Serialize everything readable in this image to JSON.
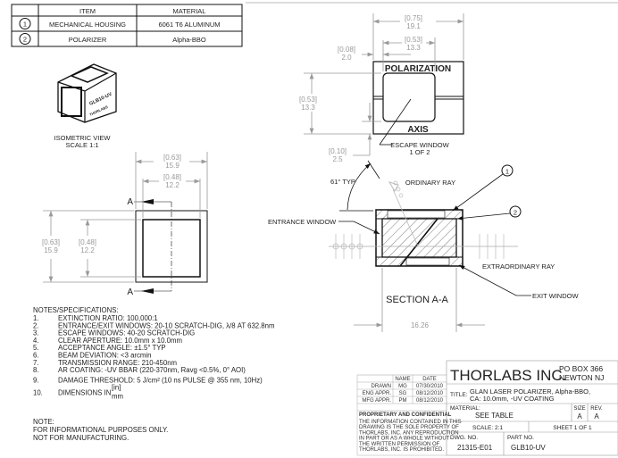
{
  "bom": {
    "headers": {
      "item": "ITEM",
      "material": "MATERIAL"
    },
    "rows": [
      {
        "num": "1",
        "item": "MECHANICAL HOUSING",
        "material": "6061 T6 ALUMINUM"
      },
      {
        "num": "2",
        "item": "POLARIZER",
        "material": "Alpha-BBO"
      }
    ]
  },
  "isometric": {
    "title": "ISOMETRIC VIEW",
    "scale": "SCALE 1:1",
    "engraving_part": "GLB10-UV",
    "engraving_brand": "THORLABS"
  },
  "front_view": {
    "dims": [
      {
        "in": "[0.63]",
        "mm": "15.9"
      },
      {
        "in": "[0.48]",
        "mm": "12.2"
      },
      {
        "in": "[0.63]",
        "mm": "15.9"
      },
      {
        "in": "[0.48]",
        "mm": "12.2"
      }
    ],
    "section_mark": "A"
  },
  "top_view": {
    "label_top": "POLARIZATION",
    "label_bottom": "AXIS",
    "escape_window": [
      "ESCAPE WINDOW",
      "1 OF 2"
    ],
    "dims": [
      {
        "in": "[0.75]",
        "mm": "19.1"
      },
      {
        "in": "[0.53]",
        "mm": "13.3"
      },
      {
        "in": "[0.08]",
        "mm": "2.0"
      },
      {
        "in": "[0.53]",
        "mm": "13.3"
      },
      {
        "in": "[0.10]",
        "mm": "2.5"
      }
    ]
  },
  "section": {
    "title": "SECTION A-A",
    "angle": "61° TYP",
    "ordinary_ray": "ORDINARY RAY",
    "entrance_window": "ENTRANCE WINDOW",
    "extraordinary_ray": "EXTRAORDINARY RAY",
    "exit_window": "EXIT WINDOW",
    "length": "16.26",
    "balloons": [
      "1",
      "2"
    ]
  },
  "notes": {
    "heading": "NOTES/SPECIFICATIONS:",
    "items": [
      {
        "n": "1.",
        "t": "EXTINCTION RATIO: 100,000:1"
      },
      {
        "n": "2.",
        "t": "ENTRANCE/EXIT WINDOWS: 20-10 SCRATCH-DIG, λ/8 AT 632.8nm"
      },
      {
        "n": "3.",
        "t": "ESCAPE WINDOWS: 40-20 SCRATCH-DIG"
      },
      {
        "n": "4.",
        "t": "CLEAR APERTURE: 10.0mm x 10.0mm"
      },
      {
        "n": "5.",
        "t": "ACCEPTANCE ANGLE: ±1.5° TYP"
      },
      {
        "n": "6.",
        "t": "BEAM DEVIATION: <3 arcmin"
      },
      {
        "n": "7.",
        "t": "TRANSMISSION RANGE: 210-450nm"
      },
      {
        "n": "8.",
        "t": "AR COATING: -UV BBAR (220-370nm, Ravg <0.5%, 0° AOI)"
      },
      {
        "n": "9.",
        "t": "DAMAGE THRESHOLD: 5 J/cm² (10 ns PULSE @ 355 nm, 10Hz)"
      },
      {
        "n": "10.",
        "t": "DIMENSIONS IN",
        "unit_top": "[in]",
        "unit_bottom": "mm"
      }
    ],
    "note_heading": "NOTE:",
    "note_lines": [
      "FOR INFORMATIONAL PURPOSES ONLY.",
      "NOT FOR MANUFACTURING."
    ]
  },
  "title_block": {
    "company": "THORLABS INC.",
    "address": [
      "PO BOX 366",
      "NEWTON NJ"
    ],
    "title_label": "TITLE:",
    "title": [
      "GLAN LASER POLARIZER, Alpha-BBO,",
      "CA: 10.0mm, -UV COATING"
    ],
    "material_label": "MATERIAL:",
    "material": "SEE TABLE",
    "size_label": "SIZE",
    "size": "A",
    "rev_label": "REV.",
    "rev": "A",
    "scale": "SCALE: 2:1",
    "sheet": "SHEET 1 OF 1",
    "dwg_label": "DWG.  NO.",
    "dwg": "21315-E01",
    "part_label": "PART  NO.",
    "part": "GLB10-UV",
    "approvals_headers": [
      "NAME",
      "DATE"
    ],
    "approvals": [
      {
        "role": "DRAWN",
        "name": "MG",
        "date": "07/30/2010"
      },
      {
        "role": "ENG APPR.",
        "name": "SG",
        "date": "08/12/2010"
      },
      {
        "role": "MFG APPR.",
        "name": "PM",
        "date": "08/12/2010"
      }
    ],
    "proprietary_heading": "PROPRIETARY AND CONFIDENTIAL",
    "proprietary_text": [
      "THE INFORMATION CONTAINED IN THIS",
      "DRAWING IS THE SOLE PROPERTY OF",
      "THORLABS, INC.  ANY REPRODUCTION",
      "IN PART OR AS A WHOLE WITHOUT",
      "THE WRITTEN PERMISSION OF",
      "THORLABS, INC. IS PROHIBITED."
    ]
  }
}
